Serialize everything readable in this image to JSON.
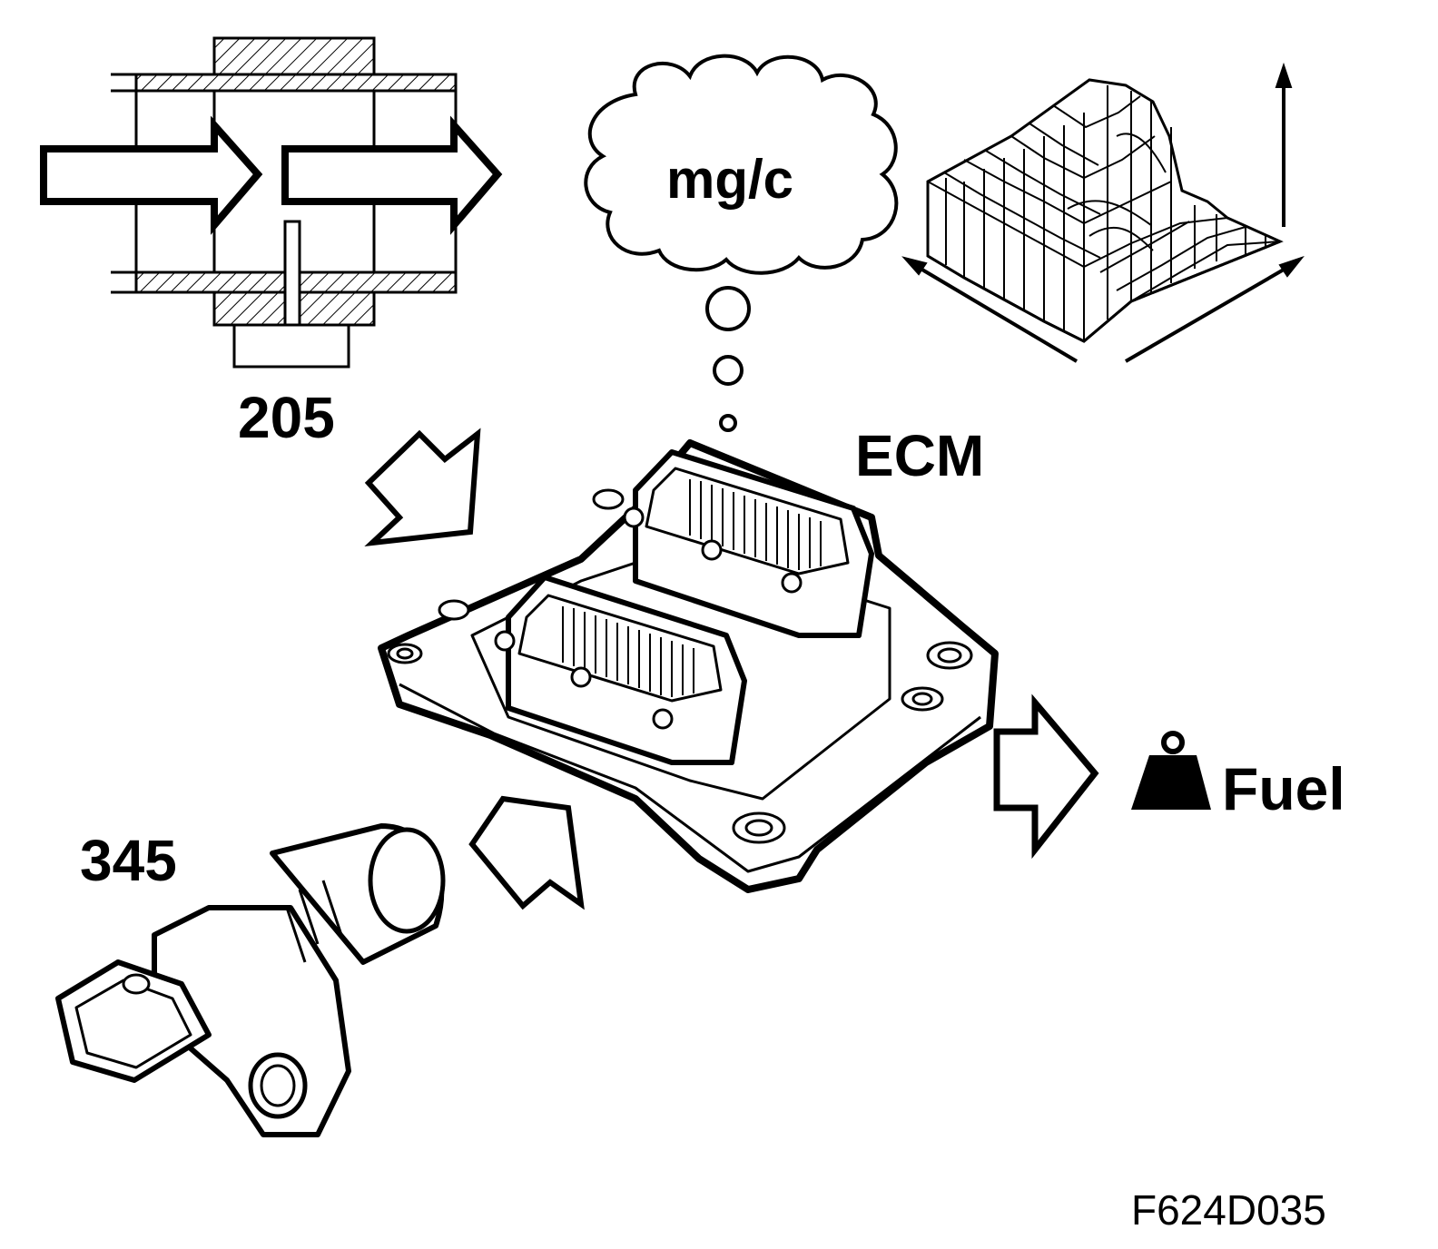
{
  "labels": {
    "sensor_205": "205",
    "sensor_345": "345",
    "ecm": "ECM",
    "thought": "mg/c",
    "fuel": "Fuel",
    "figure_id": "F624D035"
  },
  "colors": {
    "ink": "#000000",
    "paper": "#ffffff"
  },
  "icons": {
    "map_3d": "3d-surface-map-icon",
    "fuel_weight": "weight-icon",
    "flow_arrow": "hollow-arrow-icon"
  }
}
